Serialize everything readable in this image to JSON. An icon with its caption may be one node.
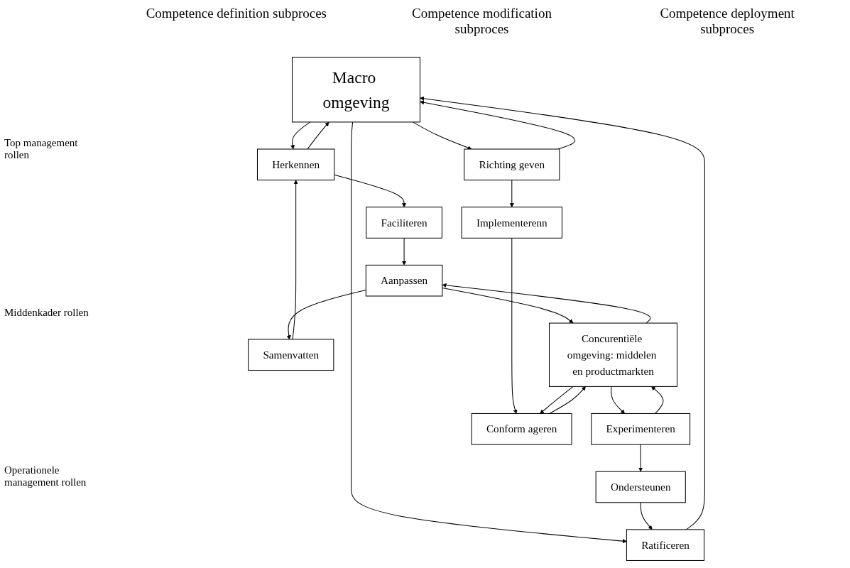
{
  "diagram": {
    "nodes": [
      {
        "text": [
          "Macro omgeving"
        ]
      },
      {
        "text": [
          "Ratificeren"
        ]
      },
      {
        "text": [
          "Herkennen"
        ]
      },
      {
        "text": [
          "Richting geven"
        ]
      },
      {
        "text": [
          "Ondersteunen"
        ]
      },
      {
        "text": [
          "Samenvatten"
        ]
      },
      {
        "text": [
          "Faciliteren"
        ]
      },
      {
        "text": [
          "Implementerenn"
        ]
      },
      {
        "text": [
          "Experimenteren"
        ]
      },
      {
        "text": [
          "Aanpassen"
        ]
      },
      {
        "text": [
          "Conform ageren"
        ]
      },
      {
        "text": [
          "Concurentiële omgeving: middelen en productmarkten"
        ]
      }
    ],
    "edges": [
      {
        "from": 0,
        "to": 1,
        "arrow": "to"
      },
      {
        "from": 1,
        "to": 0,
        "arrow": "to"
      },
      {
        "from": 0,
        "to": 2,
        "arrow": "to"
      },
      {
        "from": 2,
        "to": 0,
        "arrow": "to"
      },
      {
        "from": 0,
        "to": 3,
        "arrow": "to"
      },
      {
        "from": 3,
        "to": 0,
        "arrow": "to"
      },
      {
        "from": 4,
        "to": 1,
        "arrow": "to"
      },
      {
        "from": 5,
        "to": 2,
        "arrow": "to"
      },
      {
        "from": 2,
        "to": 6,
        "arrow": "to"
      },
      {
        "from": 3,
        "to": 7,
        "arrow": "to"
      },
      {
        "from": 8,
        "to": 4,
        "arrow": "to"
      },
      {
        "from": 9,
        "to": 5,
        "arrow": "to"
      },
      {
        "from": 6,
        "to": 9,
        "arrow": "to"
      },
      {
        "from": 7,
        "to": 10,
        "arrow": "to"
      },
      {
        "from": 8,
        "to": 11,
        "arrow": "to"
      },
      {
        "from": 11,
        "to": 8,
        "arrow": "to"
      },
      {
        "from": 9,
        "to": 11,
        "arrow": "to"
      },
      {
        "from": 11,
        "to": 9,
        "arrow": "to"
      },
      {
        "from": 10,
        "to": 11,
        "arrow": "to"
      },
      {
        "from": 11,
        "to": 10,
        "arrow": "to"
      }
    ],
    "labels": [
      "Competence definition subproces",
      "Competence modification subproces",
      "Competence deployment subproces",
      "Top management rollen",
      "Middenkader rollen",
      "Operationele management rollen"
    ]
  }
}
